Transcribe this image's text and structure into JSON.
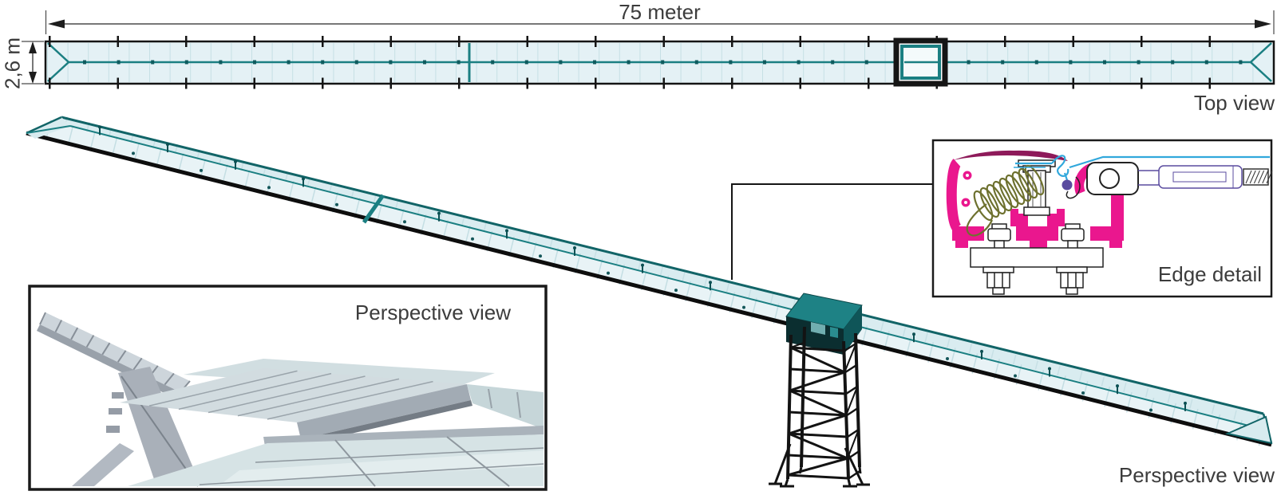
{
  "dimensions": {
    "length_label": "75 meter",
    "height_label": "2,6 m"
  },
  "view_labels": {
    "top_view": "Top view",
    "edge_detail": "Edge detail",
    "perspective_inset": "Perspective view",
    "perspective_main": "Perspective view"
  },
  "colors": {
    "teal": "#1b7f82",
    "teal_dark": "#116467",
    "teal_deep": "#0c5053",
    "saddle_teal": "#1e8285",
    "glass_light": "#e8f3f6",
    "glass_far": "#d9ecf0",
    "panel_line": "#bcd9df",
    "grid_line": "#c6e0e5",
    "ink": "#141414",
    "dim_line": "#4a4a4a",
    "text": "#3c3c3c",
    "pink": "#ea178e",
    "magenta_cap": "#8e1a5a",
    "spring_olive": "#6e712f",
    "cable_blue": "#31a8dc",
    "hardware_purple": "#5a4b9f",
    "render_gray": "#a9b0b9",
    "render_glass": "#d6e3e5"
  }
}
